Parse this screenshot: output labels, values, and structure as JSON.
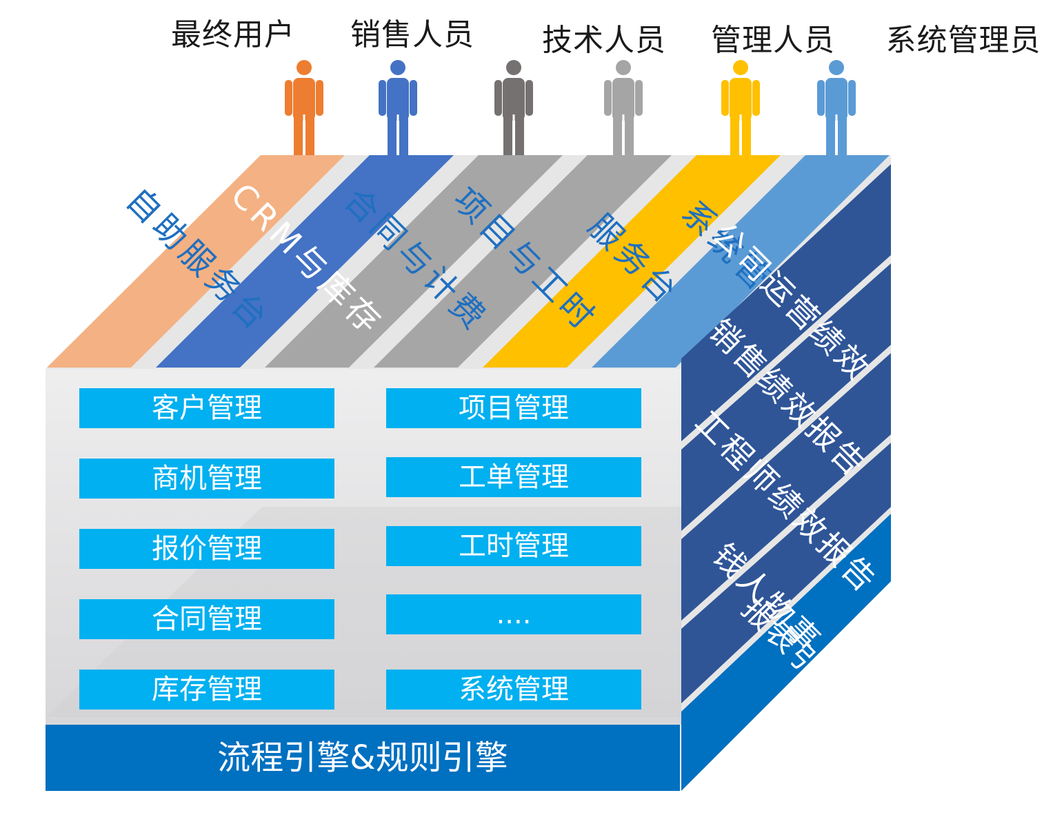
{
  "roles": [
    {
      "label": "最终用户",
      "color": "#ed7d31"
    },
    {
      "label": "销售人员",
      "color": "#4472c4"
    },
    {
      "label": "技术人员",
      "color": "#767171"
    },
    {
      "label": "管理人员",
      "color": "#a5a5a5"
    },
    {
      "label": "系统管理员",
      "color": "#ffc000"
    },
    {
      "label": "",
      "color": "#5b9bd5"
    }
  ],
  "top_bands": [
    {
      "label": "自助服务台",
      "color": "#f4b183"
    },
    {
      "label": "CRM与库存",
      "color": "#4472c4"
    },
    {
      "label": "合同与计费",
      "color": "#a6a6a6"
    },
    {
      "label": "项目与工时",
      "color": "#a6a6a6"
    },
    {
      "label": "服务台",
      "color": "#ffc000"
    },
    {
      "label": "系统管理",
      "color": "#5b9bd5"
    }
  ],
  "side_bands": [
    {
      "label": "公司运营绩效",
      "color": "#2f5597"
    },
    {
      "label": "销售绩效报告",
      "color": "#2f5597"
    },
    {
      "label": "工程师绩效报告",
      "color": "#2f5597"
    },
    {
      "label": "钱人物事",
      "color": "#2f5597"
    },
    {
      "label": "报表引擎",
      "color": "#0070c0"
    }
  ],
  "modules_left": [
    "客户管理",
    "商机管理",
    "报价管理",
    "合同管理",
    "库存管理"
  ],
  "modules_right": [
    "项目管理",
    "工单管理",
    "工时管理",
    "....",
    "系统管理"
  ],
  "engine_label": "流程引擎&规则引擎"
}
